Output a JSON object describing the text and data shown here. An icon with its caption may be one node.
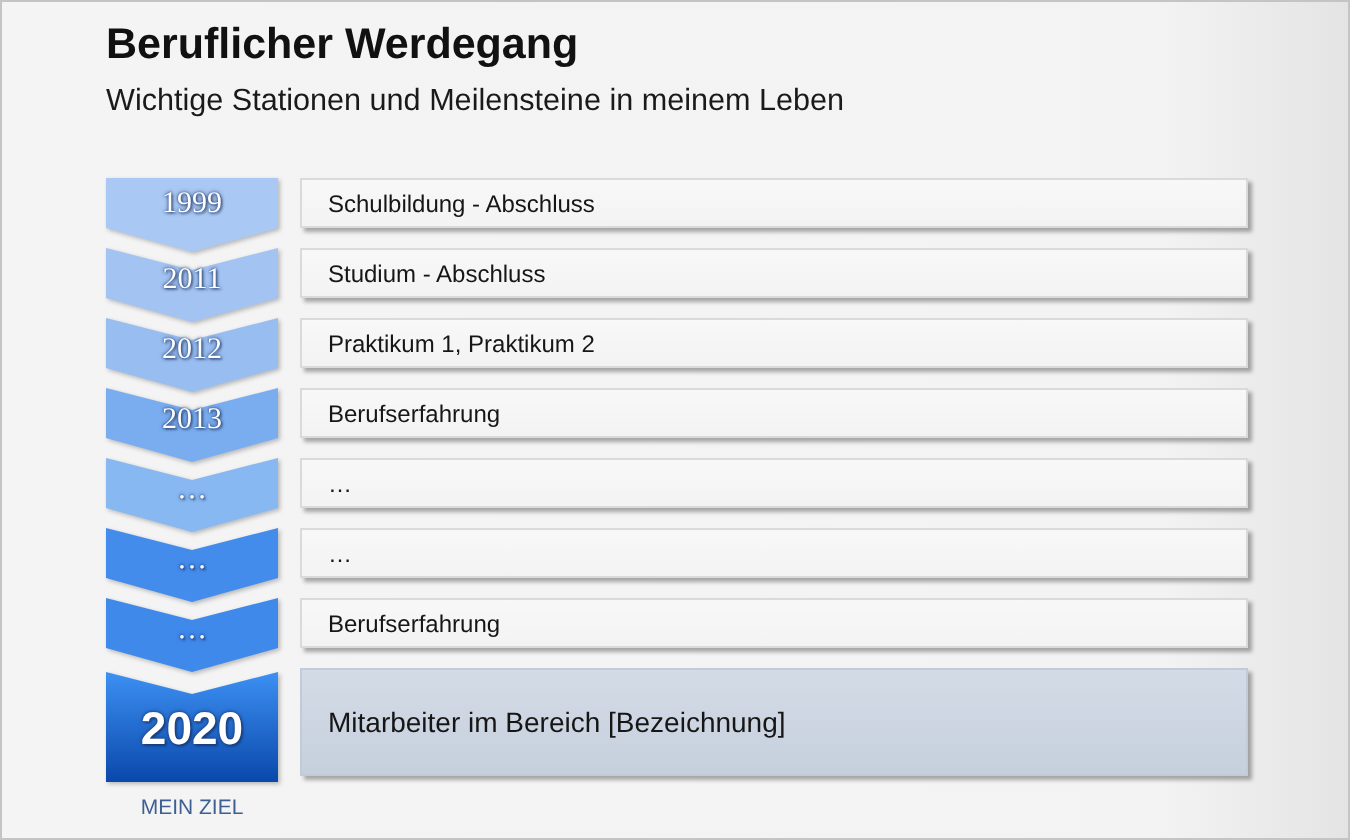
{
  "diagram": {
    "title": "Beruflicher Werdegang",
    "nodes": [
      {
        "text": [
          "1999"
        ]
      },
      {
        "text": [
          "Schulbildung - Abschluss"
        ]
      },
      {
        "text": [
          "2011"
        ]
      },
      {
        "text": [
          "Studium - Abschluss"
        ]
      },
      {
        "text": [
          "2012"
        ]
      },
      {
        "text": [
          "Praktikum 1, Praktikum 2"
        ]
      },
      {
        "text": [
          "2013"
        ]
      },
      {
        "text": [
          "Berufserfahrung"
        ]
      },
      {
        "text": [
          "…"
        ]
      },
      {
        "text": [
          "…"
        ]
      },
      {
        "text": [
          "…"
        ]
      },
      {
        "text": [
          "…"
        ]
      },
      {
        "text": [
          "…"
        ]
      },
      {
        "text": [
          "Berufserfahrung"
        ]
      },
      {
        "text": [
          "2020"
        ],
        "beside": [
          "MEIN ZIEL"
        ]
      },
      {
        "text": [
          "Mitarbeiter im Bereich [Bezeichnung]"
        ]
      }
    ],
    "labels": [
      "Wichtige Stationen und Meilensteine in meinem Leben"
    ]
  }
}
